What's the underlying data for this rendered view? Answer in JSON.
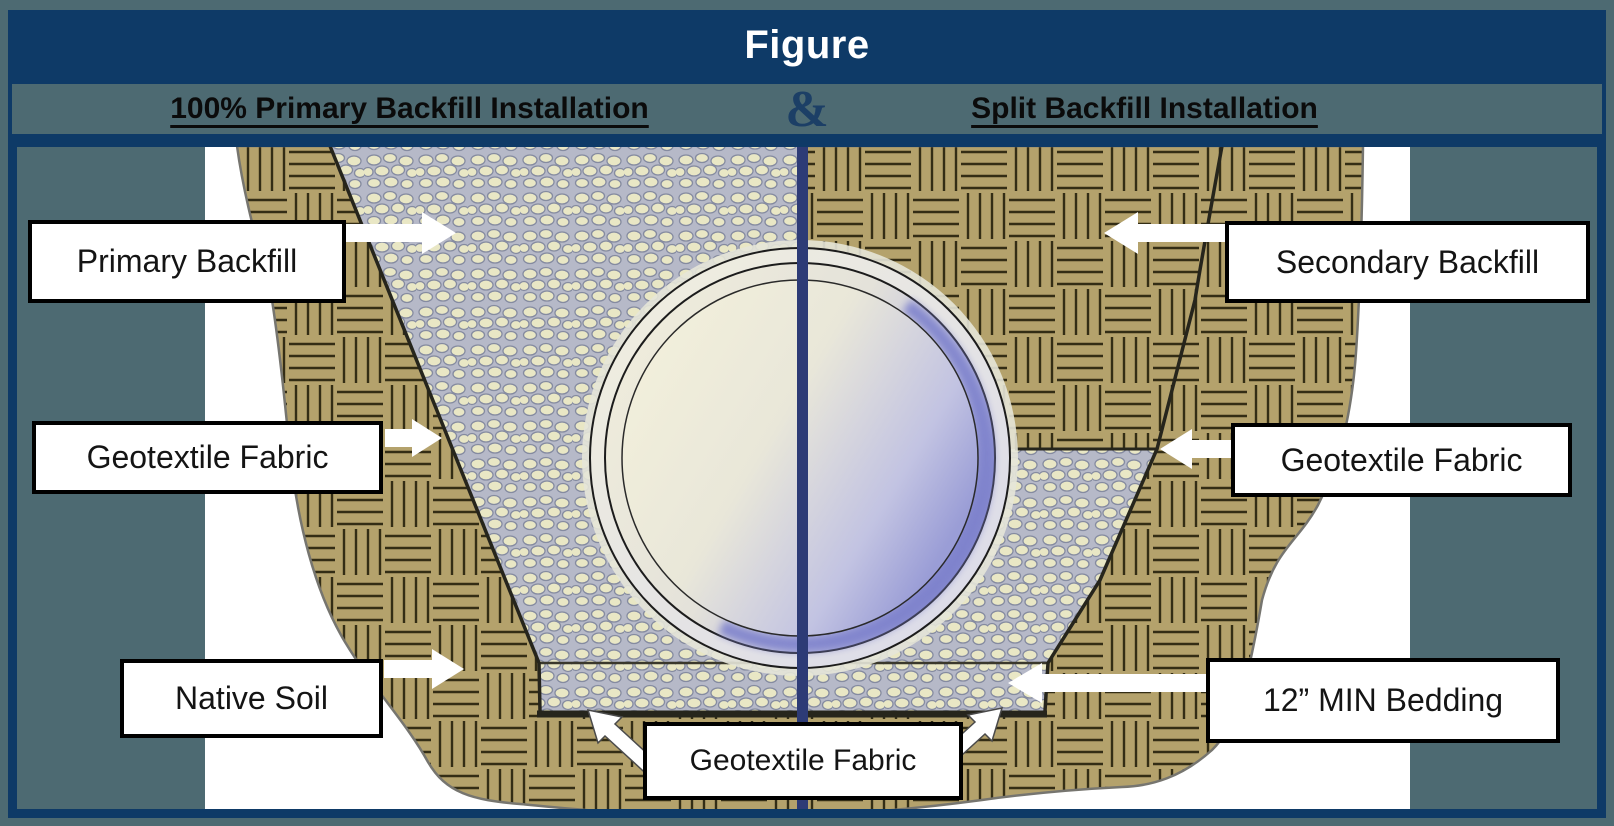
{
  "header": {
    "title": "Figure",
    "bg_color": "#0e3a67",
    "text_color": "#ffffff"
  },
  "subtitle_bar": {
    "left_title": "100% Primary Backfill Installation",
    "separator": "&",
    "right_title": "Split Backfill Installation",
    "bg_color": "#4d6a72",
    "separator_color": "#1c3f66"
  },
  "diagram": {
    "labels": {
      "primary_backfill": "Primary Backfill",
      "secondary_backfill": "Secondary Backfill",
      "geotextile_fabric_left": "Geotextile Fabric",
      "geotextile_fabric_right": "Geotextile Fabric",
      "native_soil": "Native Soil",
      "bedding": "12” MIN Bedding",
      "geotextile_fabric_bottom": "Geotextile Fabric"
    },
    "colors": {
      "page_background": "#4d6a72",
      "frame_navy": "#0e3a67",
      "centerline_navy": "#2d3b76",
      "native_soil_tan": "#b4a26c",
      "soil_hatch_line": "#2e2a13",
      "gravel_background": "#b6b9c8",
      "gravel_pebble": "#e9e7c5",
      "pipe_cream": "#f2efdc",
      "pipe_lavender": "#888bd0",
      "arrow_fill": "#ffffff",
      "label_box_bg": "#ffffff",
      "label_box_border": "#000000"
    }
  }
}
